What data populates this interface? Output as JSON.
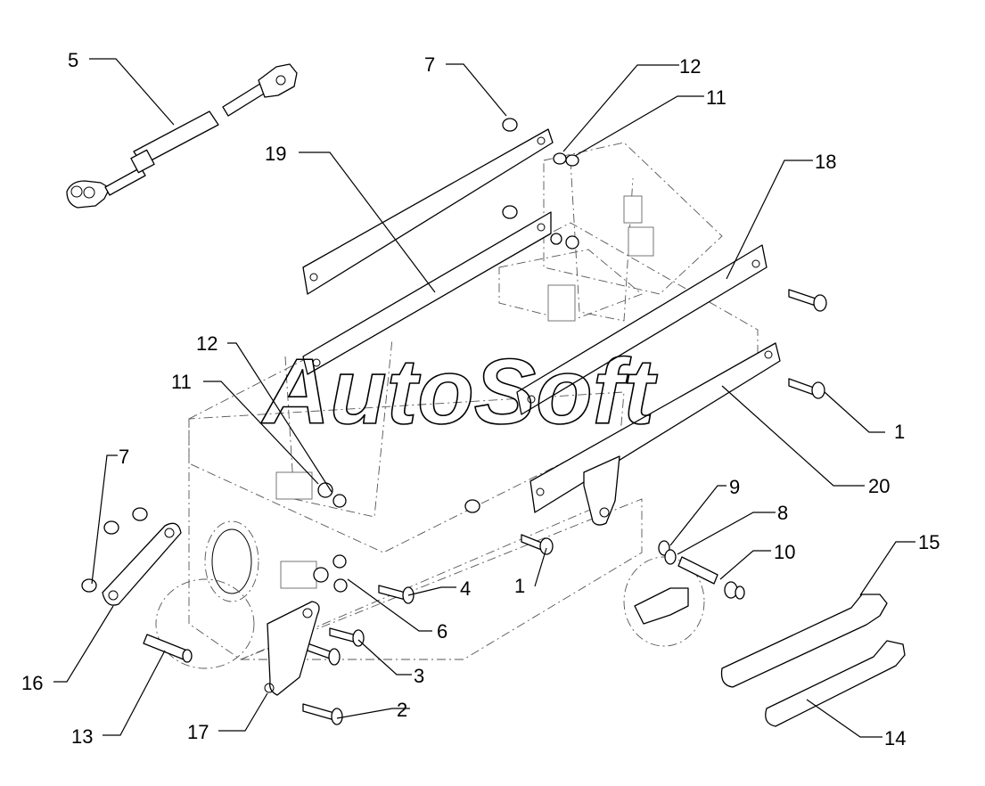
{
  "watermark": "AutoSoft",
  "callouts": [
    {
      "id": "5",
      "label": "5"
    },
    {
      "id": "7a",
      "label": "7"
    },
    {
      "id": "12a",
      "label": "12"
    },
    {
      "id": "11a",
      "label": "11"
    },
    {
      "id": "19",
      "label": "19"
    },
    {
      "id": "18",
      "label": "18"
    },
    {
      "id": "12b",
      "label": "12"
    },
    {
      "id": "11b",
      "label": "11"
    },
    {
      "id": "1a",
      "label": "1"
    },
    {
      "id": "20",
      "label": "20"
    },
    {
      "id": "7b",
      "label": "7"
    },
    {
      "id": "9",
      "label": "9"
    },
    {
      "id": "8",
      "label": "8"
    },
    {
      "id": "15",
      "label": "15"
    },
    {
      "id": "10",
      "label": "10"
    },
    {
      "id": "4",
      "label": "4"
    },
    {
      "id": "1b",
      "label": "1"
    },
    {
      "id": "6",
      "label": "6"
    },
    {
      "id": "16",
      "label": "16"
    },
    {
      "id": "3",
      "label": "3"
    },
    {
      "id": "2",
      "label": "2"
    },
    {
      "id": "17",
      "label": "17"
    },
    {
      "id": "13",
      "label": "13"
    },
    {
      "id": "14",
      "label": "14"
    }
  ]
}
